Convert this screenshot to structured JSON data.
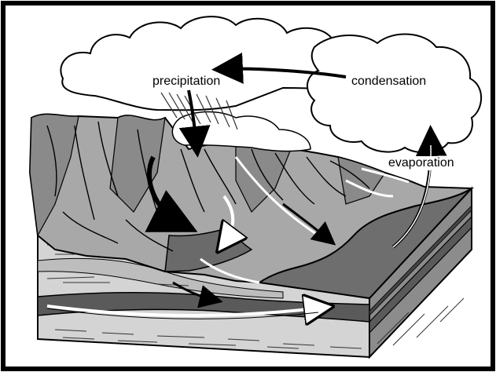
{
  "labels": {
    "precipitation": "precipitation",
    "condensation": "condensation",
    "evaporation": "evaporation"
  },
  "colors": {
    "border": "#000000",
    "land_light": "#b8b8b8",
    "land_mid": "#9a9a9a",
    "land_dark": "#7a7a7a",
    "water": "#6e6e6e",
    "stratum_light": "#d4d4d4",
    "stratum_dark": "#5a5a5a",
    "cloud": "#ffffff"
  }
}
